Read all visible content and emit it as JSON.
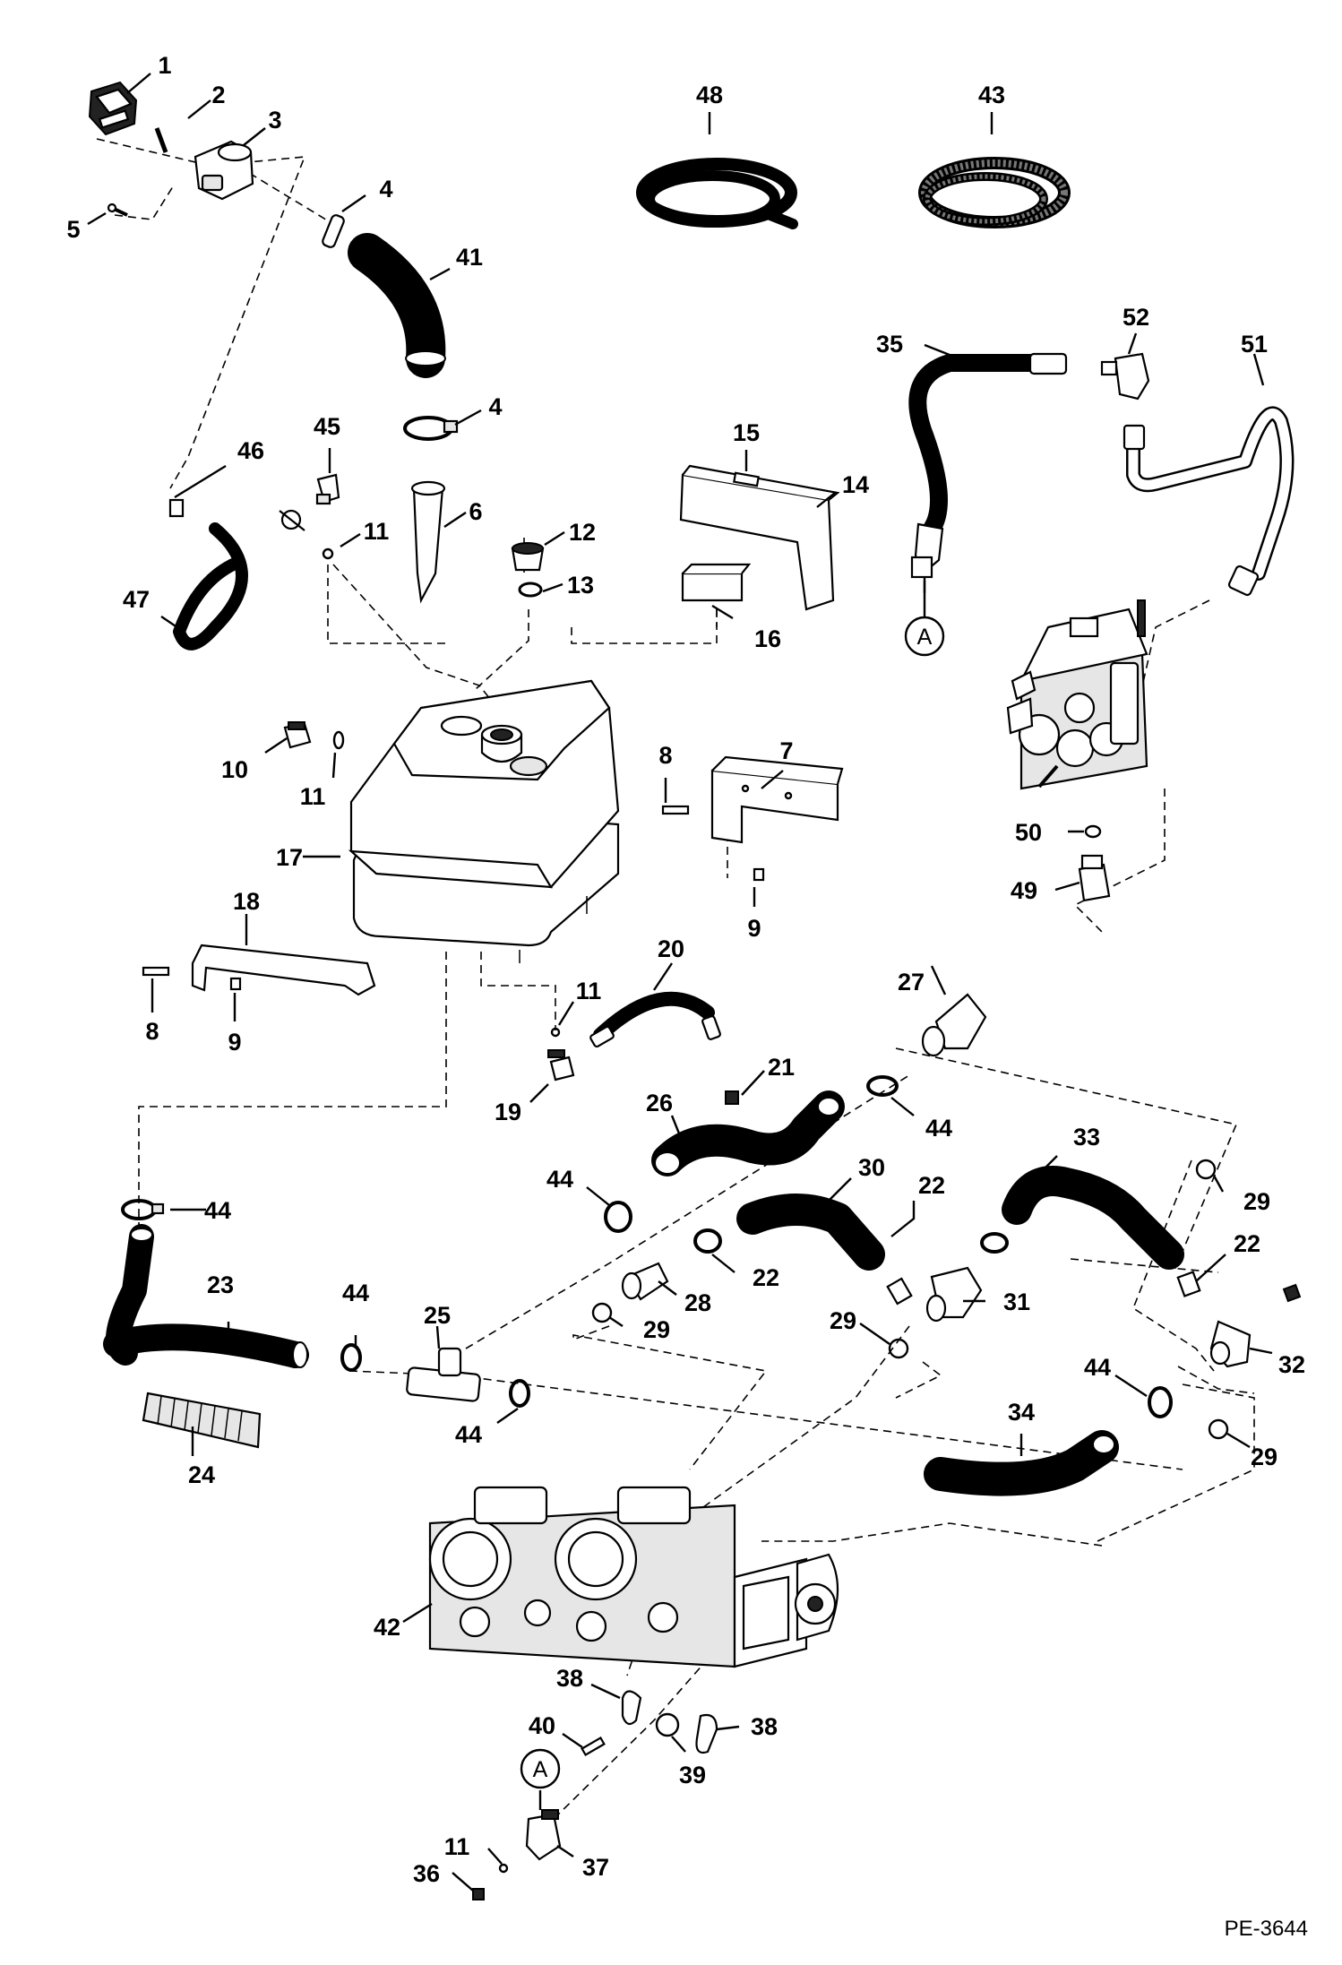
{
  "drawing_id": "PE-3644",
  "callouts": [
    {
      "id": "label-1",
      "text": "1"
    },
    {
      "id": "label-2",
      "text": "2"
    },
    {
      "id": "label-3",
      "text": "3"
    },
    {
      "id": "label-4a",
      "text": "4"
    },
    {
      "id": "label-4b",
      "text": "4"
    },
    {
      "id": "label-5",
      "text": "5"
    },
    {
      "id": "label-6",
      "text": "6"
    },
    {
      "id": "label-7",
      "text": "7"
    },
    {
      "id": "label-8a",
      "text": "8"
    },
    {
      "id": "label-8b",
      "text": "8"
    },
    {
      "id": "label-9a",
      "text": "9"
    },
    {
      "id": "label-9b",
      "text": "9"
    },
    {
      "id": "label-10",
      "text": "10"
    },
    {
      "id": "label-11a",
      "text": "11"
    },
    {
      "id": "label-11b",
      "text": "11"
    },
    {
      "id": "label-11c",
      "text": "11"
    },
    {
      "id": "label-11d",
      "text": "11"
    },
    {
      "id": "label-12",
      "text": "12"
    },
    {
      "id": "label-13",
      "text": "13"
    },
    {
      "id": "label-14",
      "text": "14"
    },
    {
      "id": "label-15",
      "text": "15"
    },
    {
      "id": "label-16",
      "text": "16"
    },
    {
      "id": "label-17",
      "text": "17"
    },
    {
      "id": "label-18",
      "text": "18"
    },
    {
      "id": "label-19",
      "text": "19"
    },
    {
      "id": "label-20",
      "text": "20"
    },
    {
      "id": "label-21",
      "text": "21"
    },
    {
      "id": "label-22a",
      "text": "22"
    },
    {
      "id": "label-22b",
      "text": "22"
    },
    {
      "id": "label-22c",
      "text": "22"
    },
    {
      "id": "label-23",
      "text": "23"
    },
    {
      "id": "label-24",
      "text": "24"
    },
    {
      "id": "label-25",
      "text": "25"
    },
    {
      "id": "label-26",
      "text": "26"
    },
    {
      "id": "label-27",
      "text": "27"
    },
    {
      "id": "label-28",
      "text": "28"
    },
    {
      "id": "label-29a",
      "text": "29"
    },
    {
      "id": "label-29b",
      "text": "29"
    },
    {
      "id": "label-29c",
      "text": "29"
    },
    {
      "id": "label-29d",
      "text": "29"
    },
    {
      "id": "label-30",
      "text": "30"
    },
    {
      "id": "label-31",
      "text": "31"
    },
    {
      "id": "label-32",
      "text": "32"
    },
    {
      "id": "label-33",
      "text": "33"
    },
    {
      "id": "label-34",
      "text": "34"
    },
    {
      "id": "label-35",
      "text": "35"
    },
    {
      "id": "label-36",
      "text": "36"
    },
    {
      "id": "label-37",
      "text": "37"
    },
    {
      "id": "label-38a",
      "text": "38"
    },
    {
      "id": "label-38b",
      "text": "38"
    },
    {
      "id": "label-39",
      "text": "39"
    },
    {
      "id": "label-40",
      "text": "40"
    },
    {
      "id": "label-41",
      "text": "41"
    },
    {
      "id": "label-42",
      "text": "42"
    },
    {
      "id": "label-43",
      "text": "43"
    },
    {
      "id": "label-44a",
      "text": "44"
    },
    {
      "id": "label-44b",
      "text": "44"
    },
    {
      "id": "label-44c",
      "text": "44"
    },
    {
      "id": "label-44d",
      "text": "44"
    },
    {
      "id": "label-44e",
      "text": "44"
    },
    {
      "id": "label-44f",
      "text": "44"
    },
    {
      "id": "label-45",
      "text": "45"
    },
    {
      "id": "label-46",
      "text": "46"
    },
    {
      "id": "label-47",
      "text": "47"
    },
    {
      "id": "label-48",
      "text": "48"
    },
    {
      "id": "label-49",
      "text": "49"
    },
    {
      "id": "label-50",
      "text": "50"
    },
    {
      "id": "label-51",
      "text": "51"
    },
    {
      "id": "label-52",
      "text": "52"
    },
    {
      "id": "connector-a-top",
      "text": "A"
    },
    {
      "id": "connector-a-bottom",
      "text": "A"
    }
  ]
}
